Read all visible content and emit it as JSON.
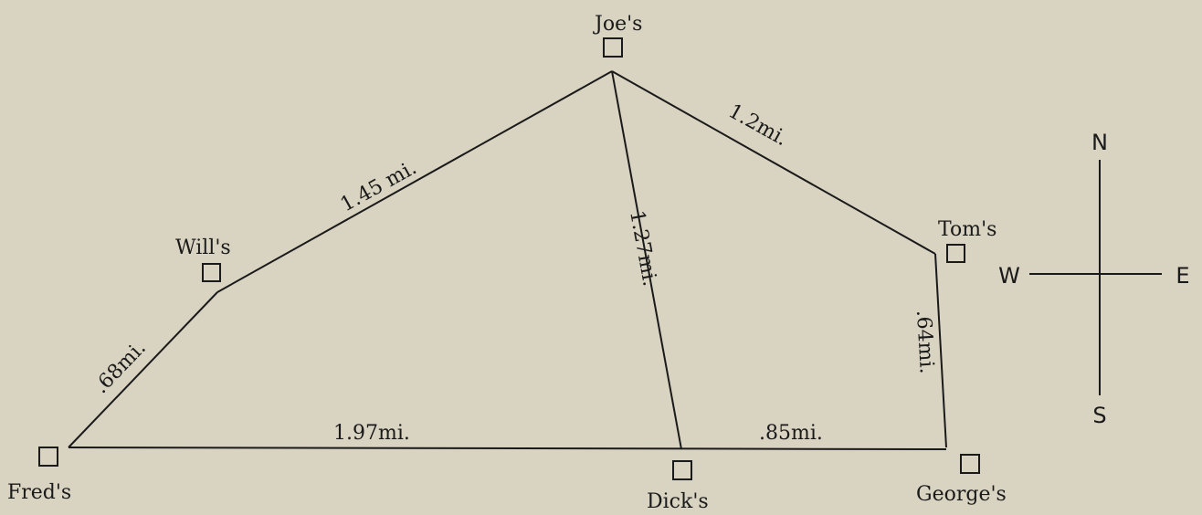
{
  "places": {
    "joes": "Joe's",
    "wills": "Will's",
    "toms": "Tom's",
    "freds": "Fred's",
    "dicks": "Dick's",
    "georges": "George's"
  },
  "distances": {
    "joes_wills": "1.45 mi.",
    "joes_toms": "1.2mi.",
    "joes_dicks": "1.27mi.",
    "wills_freds": ".68mi.",
    "toms_georges": ".64mi.",
    "freds_dicks": "1.97mi.",
    "dicks_georges": ".85mi."
  },
  "compass": {
    "north": "N",
    "south": "S",
    "east": "E",
    "west": "W"
  }
}
